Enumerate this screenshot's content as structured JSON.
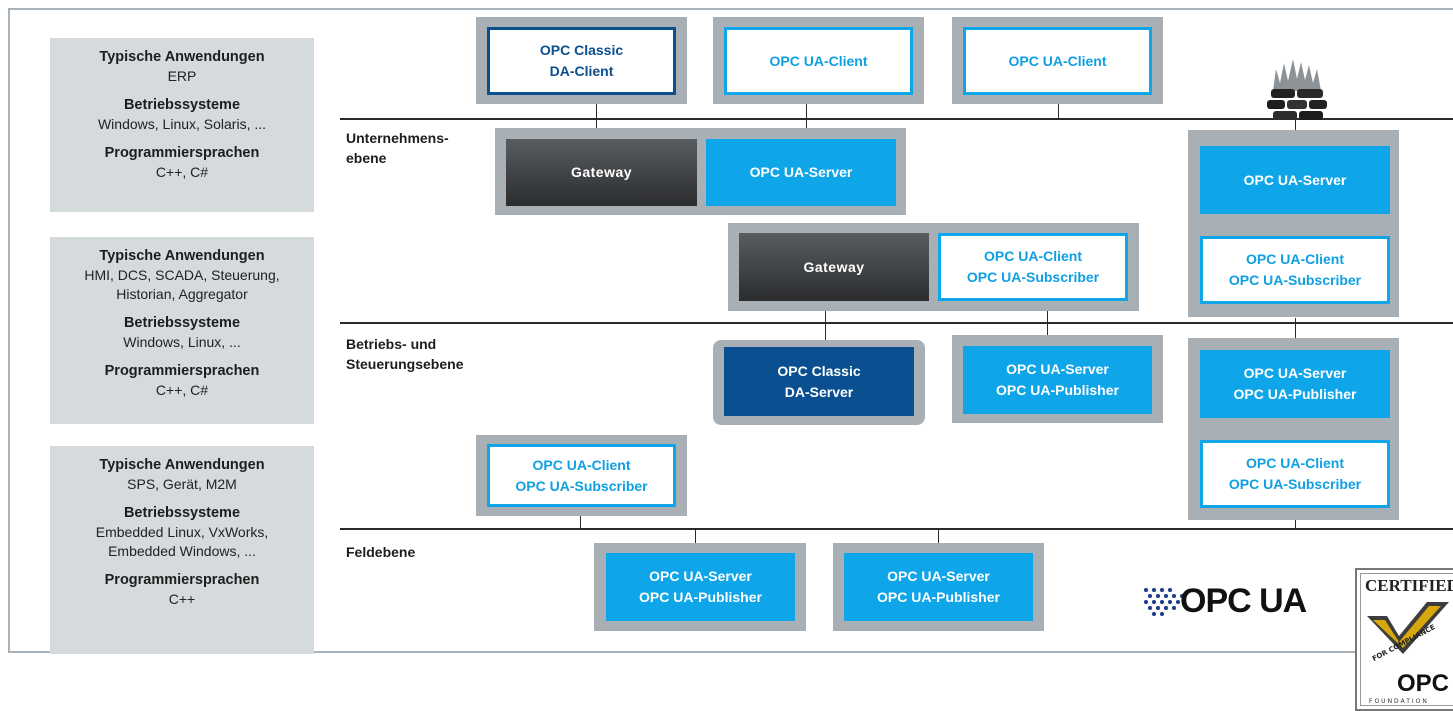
{
  "info_panels": [
    {
      "apps_heading": "Typische Anwendungen",
      "apps": "ERP",
      "os_heading": "Betriebssysteme",
      "os": "Windows, Linux, Solaris, ...",
      "lang_heading": "Programmiersprachen",
      "lang": "C++, C#"
    },
    {
      "apps_heading": "Typische Anwendungen",
      "apps": "HMI, DCS, SCADA, Steuerung, Historian, Aggregator",
      "os_heading": "Betriebssysteme",
      "os": "Windows, Linux, ...",
      "lang_heading": "Programmiersprachen",
      "lang": "C++, C#"
    },
    {
      "apps_heading": "Typische Anwendungen",
      "apps": "SPS, Gerät, M2M",
      "os_heading": "Betriebssysteme",
      "os": "Embedded Linux, VxWorks, Embedded Windows, ...",
      "lang_heading": "Programmiersprachen",
      "lang": "C++"
    }
  ],
  "levels": {
    "enterprise_1": "Unternehmens-",
    "enterprise_2": "ebene",
    "operations_1": "Betriebs- und",
    "operations_2": "Steuerungsebene",
    "field": "Feldebene"
  },
  "boxes": {
    "classic_client_1": "OPC Classic",
    "classic_client_2": "DA-Client",
    "ua_client_a": "OPC UA-Client",
    "ua_client_b": "OPC UA-Client",
    "gateway_1": "Gateway",
    "ua_server_1": "OPC UA-Server",
    "ua_server_right": "OPC UA-Server",
    "gateway_2": "Gateway",
    "client_sub_mid_1": "OPC UA-Client",
    "client_sub_mid_2": "OPC UA-Subscriber",
    "client_sub_right_1": "OPC UA-Client",
    "client_sub_right_2": "OPC UA-Subscriber",
    "classic_server_1": "OPC Classic",
    "classic_server_2": "DA-Server",
    "server_pub_mid_1": "OPC UA-Server",
    "server_pub_mid_2": "OPC UA-Publisher",
    "server_pub_right_1": "OPC UA-Server",
    "server_pub_right_2": "OPC UA-Publisher",
    "client_sub_field_1": "OPC UA-Client",
    "client_sub_field_2": "OPC UA-Subscriber",
    "client_sub_right2_1": "OPC UA-Client",
    "client_sub_right2_2": "OPC UA-Subscriber",
    "server_pub_f1_1": "OPC UA-Server",
    "server_pub_f1_2": "OPC UA-Publisher",
    "server_pub_f2_1": "OPC UA-Server",
    "server_pub_f2_2": "OPC UA-Publisher"
  },
  "logos": {
    "opcua": "OPC UA",
    "certified_top": "CERTIFIED",
    "certified_arc": "FOR COMPLIANCE",
    "certified_brand": "OPC",
    "certified_foundation": "FOUNDATION"
  },
  "colors": {
    "cyan": "#0fa5e9",
    "navy": "#0a4f8f",
    "group_gray": "#a8b0b6",
    "panel_gray": "#d5dadd"
  }
}
